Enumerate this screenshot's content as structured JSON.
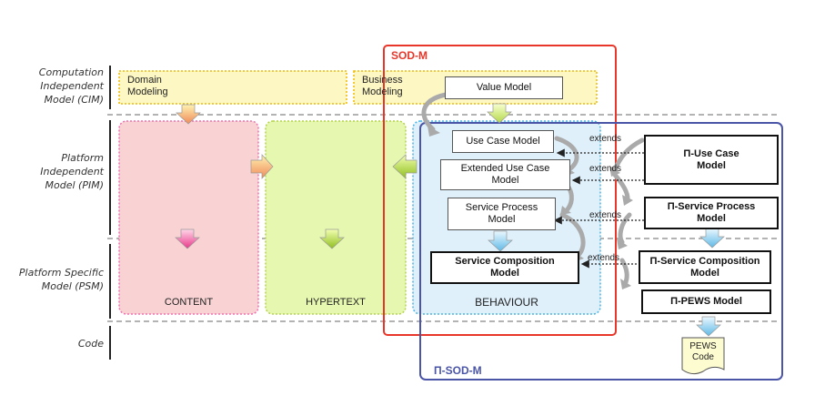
{
  "levels": {
    "cim": "Computation Independent Model (CIM)",
    "pim": "Platform Independent Model (PIM)",
    "psm": "Platform Specific Model (PSM)",
    "code": "Code"
  },
  "cim_boxes": {
    "domain": "Domain Modeling",
    "business": "Business Modeling"
  },
  "columns": {
    "content": "CONTENT",
    "hypertext": "HYPERTEXT",
    "behaviour": "BEHAVIOUR"
  },
  "sodm": {
    "title": "SOD-M",
    "value_model": "Value Model",
    "use_case_model": "Use Case Model",
    "extended_use_case_model": "Extended Use Case Model",
    "service_process_model": "Service Process Model",
    "service_composition_model": "Service Composition Model"
  },
  "pisodm": {
    "title": "Π-SOD-M",
    "use_case_model": "Π-Use Case Model",
    "service_process_model": "Π-Service Process Model",
    "service_composition_model": "Π-Service Composition Model",
    "pews_model": "Π-PEWS Model",
    "pews_code": "PEWS Code"
  },
  "extends_label": "extends",
  "colors": {
    "content_fill": "#f9d3d3",
    "hypertext_fill": "#e6f7b0",
    "behaviour_fill": "#dff0fb",
    "cim_fill": "#fdf7c4",
    "sodm_border": "#e8372a",
    "pisodm_border": "#4a55a8"
  }
}
